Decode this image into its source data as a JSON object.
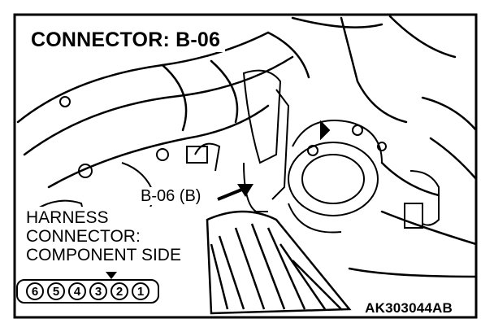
{
  "title": "CONNECTOR: B-06",
  "callout_label": "B-06 (B)",
  "side_label": [
    "HARNESS",
    "CONNECTOR:",
    "COMPONENT SIDE"
  ],
  "pins": [
    "6",
    "5",
    "4",
    "3",
    "2",
    "1"
  ],
  "figure_code": "AK303044AB"
}
